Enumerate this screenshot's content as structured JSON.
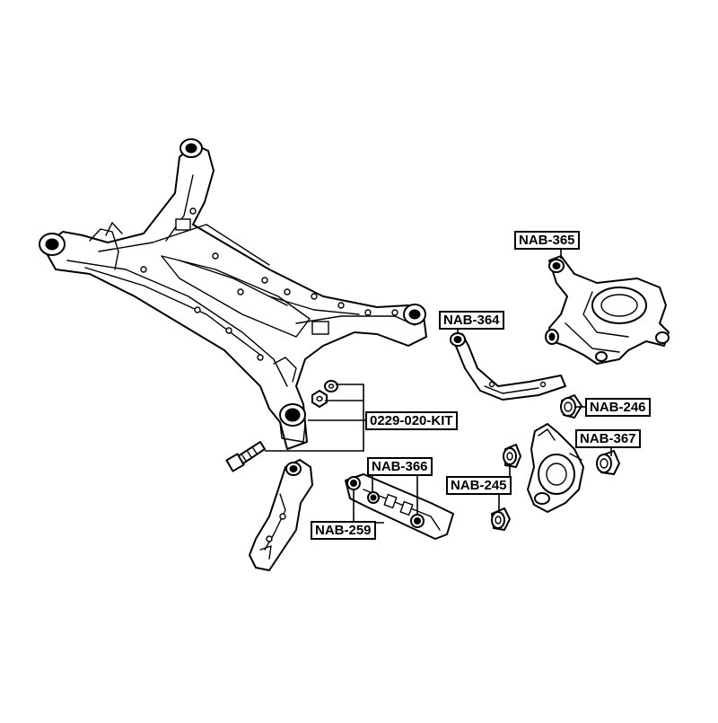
{
  "labels": {
    "nab365": "NAB-365",
    "nab364": "NAB-364",
    "nab246": "NAB-246",
    "nab367": "NAB-367",
    "nab366": "NAB-366",
    "nab245": "NAB-245",
    "nab259": "NAB-259",
    "kit": "0229-020-KIT"
  }
}
